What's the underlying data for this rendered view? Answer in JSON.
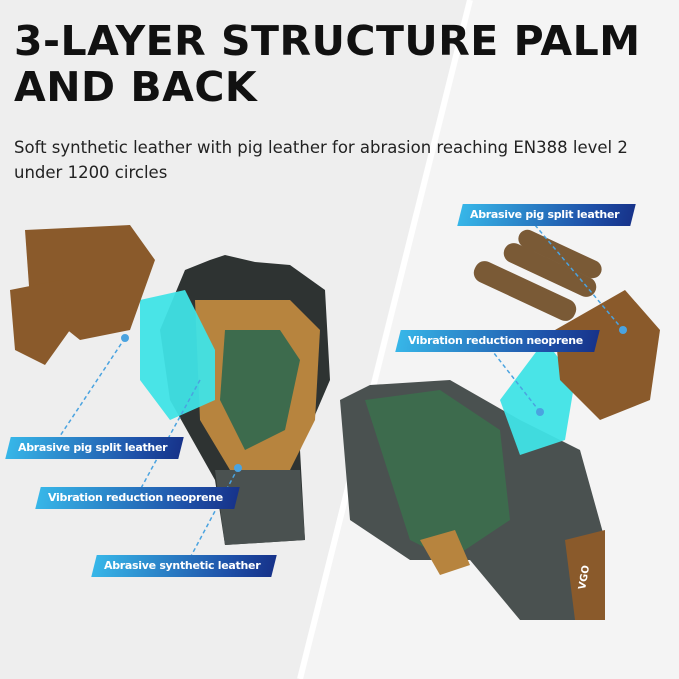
{
  "heading": "3-LAYER STRUCTURE PALM AND BACK",
  "subheading": "Soft synthetic leather with pig leather for abrasion reaching EN388 level 2 under 1200 circles",
  "palm_labels": [
    "Abrasive pig split leather",
    "Vibration reduction neoprene",
    "Abrasive synthetic leather"
  ],
  "back_labels": [
    "Abrasive pig split leather",
    "Vibration reduction neoprene"
  ],
  "brand_mark": "VGO",
  "colors": {
    "leather": "#8a5a2b",
    "neoprene": "#3fe3e6",
    "green_leather": "#3d6b4d",
    "fabric": "#4a5150",
    "label_start": "#37b6e8",
    "label_end": "#17338a"
  }
}
